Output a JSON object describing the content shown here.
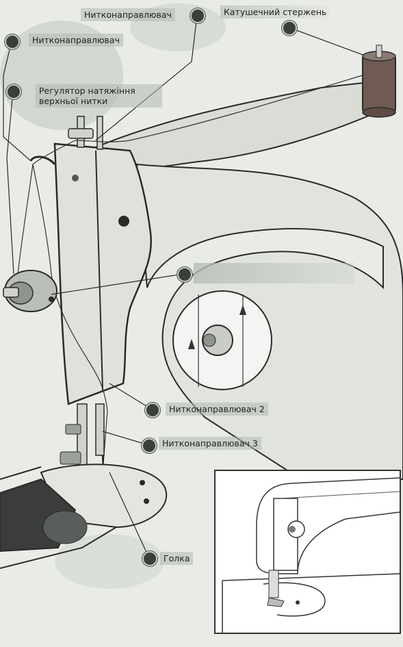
{
  "labels": {
    "thread_guide_top": "Нитконаправлювач",
    "spool_pin": "Катушечний стержень",
    "thread_guide_left": "Нитконаправлювач",
    "tension_regulator": "Регулятор натяжіння верхньої нитки",
    "hidden_label": "",
    "thread_guide_2": "Нитконаправлювач 2",
    "thread_guide_3": "Нитконаправлювач 3",
    "needle": "Голка"
  },
  "colors": {
    "background": "#e9ebe6",
    "label_shade": "#b0bab0",
    "marker": "#3b3f3c",
    "outline": "#2a2a2a"
  }
}
